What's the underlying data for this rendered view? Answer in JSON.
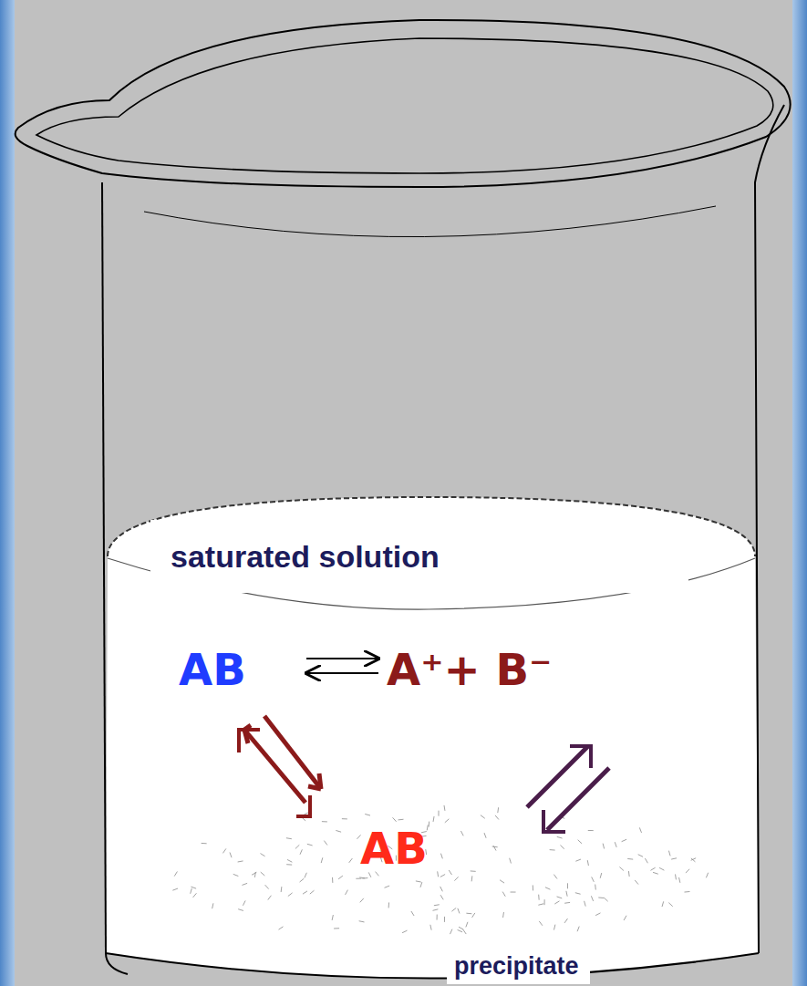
{
  "diagram": {
    "nodes": [
      {
        "text": [
          "saturated solution"
        ]
      },
      {
        "text": [
          "precipitate"
        ]
      }
    ],
    "labels": [
      "AB",
      "A⁺+ B⁻",
      "AB"
    ]
  }
}
